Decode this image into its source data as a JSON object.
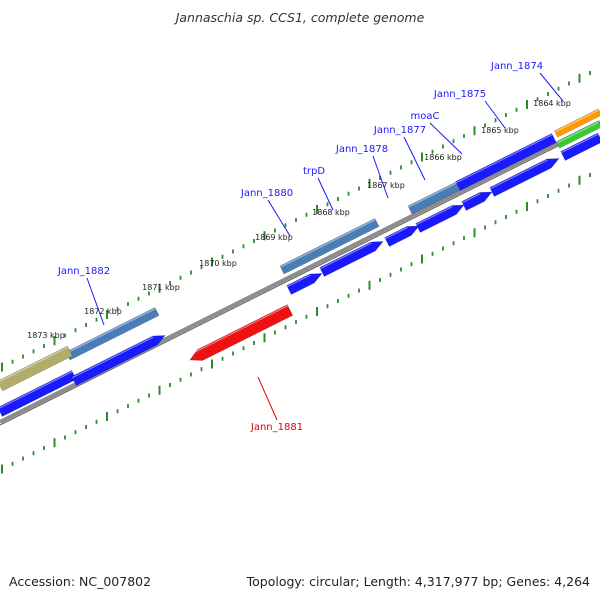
{
  "title": "Jannaschia sp. CCS1, complete genome",
  "footer": {
    "accession": "Accession: NC_007802",
    "topology": "Topology: circular; Length: 4,317,977 bp; Genes: 4,264"
  },
  "colors": {
    "background": "#ffffff",
    "backbone": "#8c8c8c",
    "tick": "#2e8b2e",
    "cds_blue": "#1a1aff",
    "gene_label_fwd": "#1a1aff",
    "gene_label_rev": "#dd0000",
    "rev_gene": "#ee1111",
    "feature_steelblue": "#4a7db8",
    "feature_khaki": "#b0ad6a",
    "feature_orange": "#ff9900",
    "feature_green": "#33cc33"
  },
  "kbp_labels": [
    "1864 kbp",
    "1865 kbp",
    "1866 kbp",
    "1867 kbp",
    "1868 kbp",
    "1869 kbp",
    "1870 kbp",
    "1871 kbp",
    "1872 kbp",
    "1873 kbp"
  ],
  "genes": [
    {
      "name": "Jann_1874",
      "strand": "forward"
    },
    {
      "name": "Jann_1875",
      "strand": "forward"
    },
    {
      "name": "moaC",
      "strand": "forward"
    },
    {
      "name": "Jann_1877",
      "strand": "forward"
    },
    {
      "name": "Jann_1878",
      "strand": "forward"
    },
    {
      "name": "trpD",
      "strand": "forward"
    },
    {
      "name": "Jann_1880",
      "strand": "forward"
    },
    {
      "name": "Jann_1882",
      "strand": "forward"
    },
    {
      "name": "Jann_1881",
      "strand": "reverse"
    }
  ]
}
